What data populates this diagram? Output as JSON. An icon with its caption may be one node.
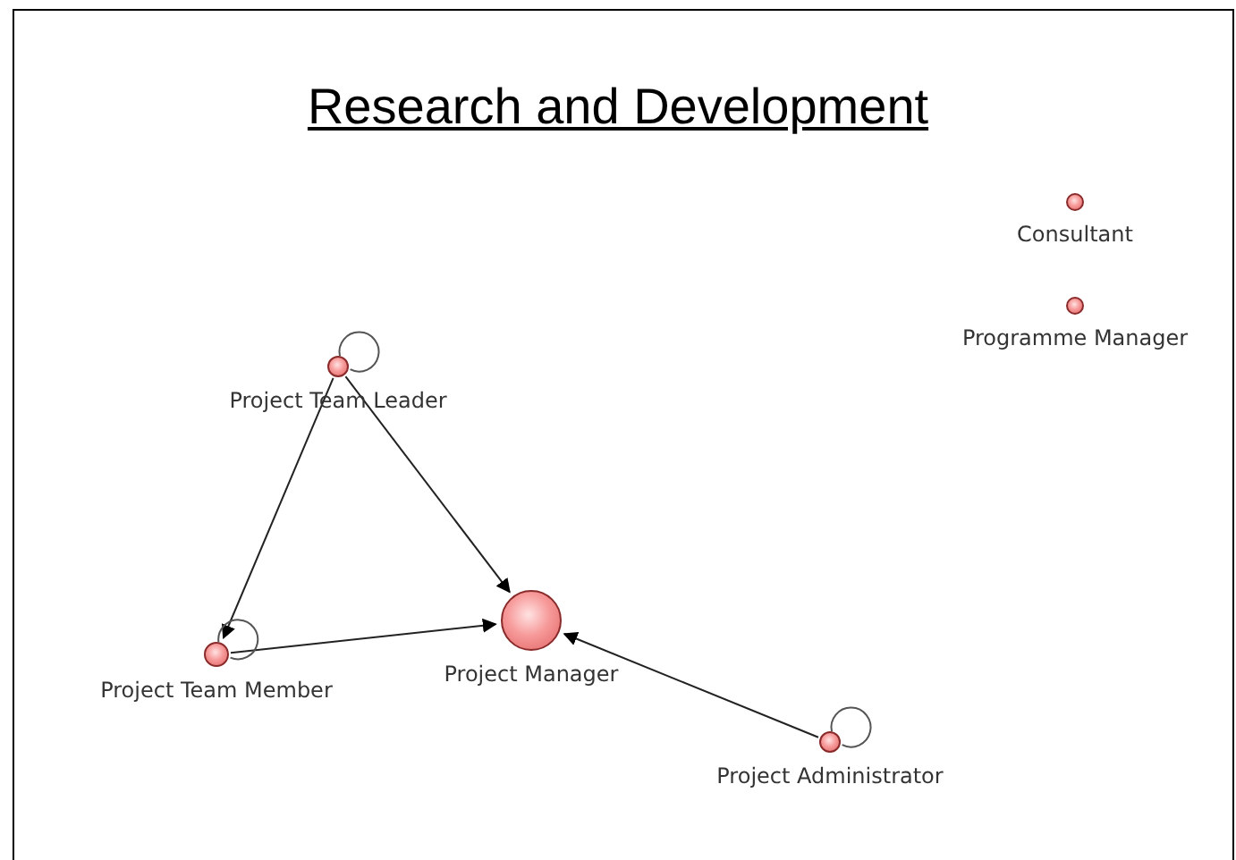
{
  "diagram": {
    "title": "Research and Development",
    "nodes": [
      {
        "text": [
          "Consultant"
        ]
      },
      {
        "text": [
          "Programme Manager"
        ]
      },
      {
        "text": [
          "Project Team Leader"
        ]
      },
      {
        "text": [
          "Project Manager"
        ]
      },
      {
        "text": [
          "Project Team Member"
        ]
      },
      {
        "text": [
          "Project Administrator"
        ]
      }
    ],
    "edges": [
      {
        "from": 2,
        "to": 4,
        "arrow": "to"
      },
      {
        "from": 2,
        "to": 3,
        "arrow": "to"
      },
      {
        "from": 4,
        "to": 3,
        "arrow": "to"
      },
      {
        "from": 5,
        "to": 3,
        "arrow": "to"
      },
      {
        "from": 2,
        "to": 2,
        "arrow": "none"
      },
      {
        "from": 4,
        "to": 4,
        "arrow": "none"
      },
      {
        "from": 5,
        "to": 5,
        "arrow": "none"
      }
    ]
  }
}
